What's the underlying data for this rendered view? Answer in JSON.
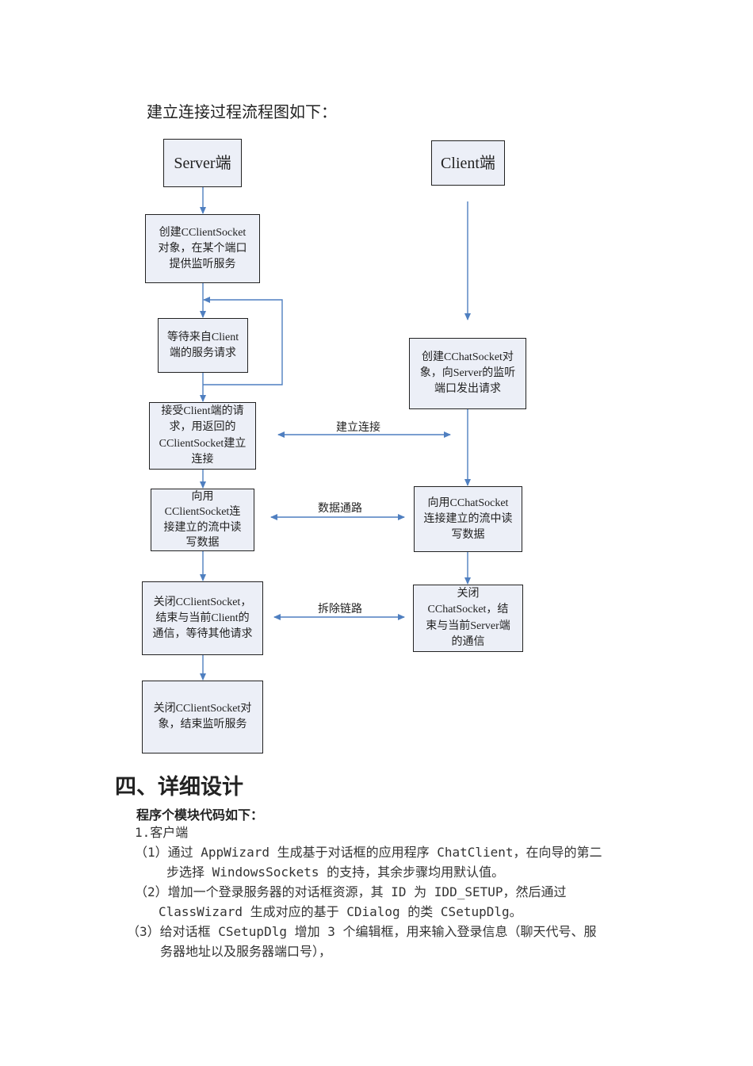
{
  "intro": "建立连接过程流程图如下：",
  "diagram": {
    "server_title": "Server端",
    "client_title": "Client端",
    "server_steps": [
      "创建CClientSocket\n对象，在某个端口\n提供监听服务",
      "等待来自Client\n端的服务请求",
      "接受Client端的请\n求，用返回的\nCClientSocket建立\n连接",
      "向用\nCClientSocket连\n接建立的流中读\n写数据",
      "关闭CClientSocket，\n结束与当前Client的\n通信，等待其他请求",
      "关闭CClientSocket对\n象，结束监听服务"
    ],
    "client_steps": [
      "创建CChatSocket对\n象，向Server的监听\n端口发出请求",
      "向用CChatSocket\n连接建立的流中读\n写数据",
      "关闭\nCChatSocket，结\n束与当前Server端\n的通信"
    ],
    "links": [
      "建立连接",
      "数据通路",
      "拆除链路"
    ],
    "line_color": "#4f7fc0"
  },
  "section": {
    "heading": "四、详细设计",
    "subheading": "程序个模块代码如下：",
    "item1": "1.客户端",
    "steps": [
      [
        "（1）通过 AppWizard 生成基于对话框的应用程序 ChatClient，在向导的第二",
        "步选择 WindowsSockets 的支持，其余步骤均用默认值。"
      ],
      [
        "（2）增加一个登录服务器的对话框资源，其 ID 为 IDD_SETUP，然后通过",
        "ClassWizard 生成对应的基于 CDialog 的类 CSetupDlg。"
      ],
      [
        "（3）给对话框 CSetupDlg 增加 3 个编辑框，用来输入登录信息（聊天代号、服",
        "务器地址以及服务器端口号），"
      ]
    ]
  }
}
